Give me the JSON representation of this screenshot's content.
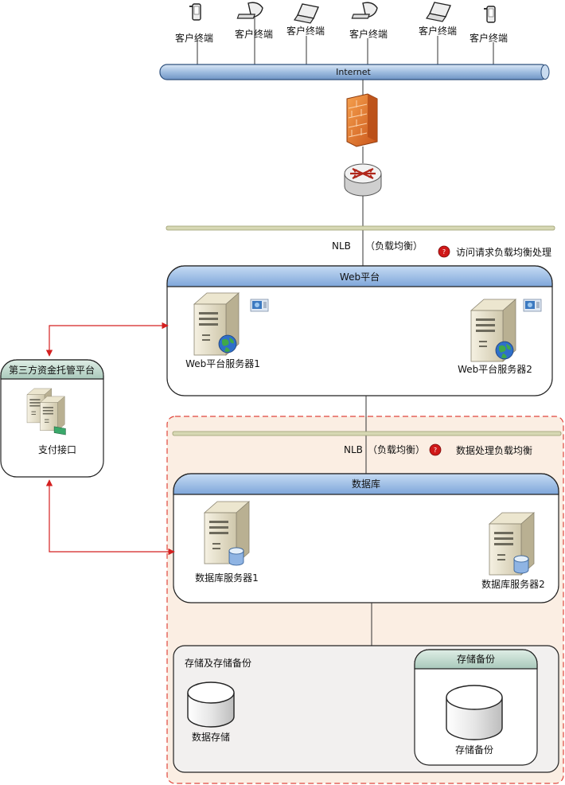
{
  "clients": {
    "label": "客户终端",
    "devices": [
      {
        "icon": "phone-icon"
      },
      {
        "icon": "desktop-icon"
      },
      {
        "icon": "laptop-icon"
      },
      {
        "icon": "desktop-icon"
      },
      {
        "icon": "laptop-icon"
      },
      {
        "icon": "phone-icon"
      }
    ]
  },
  "internet": {
    "label": "Internet"
  },
  "nlb_top": {
    "nlb": "NLB",
    "balance": "（负载均衡）",
    "note": "访问请求负载均衡处理"
  },
  "web_platform": {
    "title": "Web平台",
    "server1": "Web平台服务器1",
    "server2": "Web平台服务器2"
  },
  "third_party": {
    "title": "第三方资金托管平台",
    "payment": "支付接口"
  },
  "nlb_db": {
    "nlb": "NLB",
    "balance": "（负载均衡）",
    "note": "数据处理负载均衡"
  },
  "database": {
    "title": "数据库",
    "server1": "数据库服务器1",
    "server2": "数据库服务器2"
  },
  "storage": {
    "title": "存储及存储备份",
    "data_storage": "数据存储",
    "backup_box_title": "存储备份",
    "backup_label": "存储备份"
  },
  "colors": {
    "header_blue": "#8fb4e3",
    "arrow_red": "#d42020",
    "zone_fill": "#fbeee3",
    "zone_border": "#e0463c",
    "firewall": "#e87a2a",
    "divider": "#c8c99a"
  }
}
